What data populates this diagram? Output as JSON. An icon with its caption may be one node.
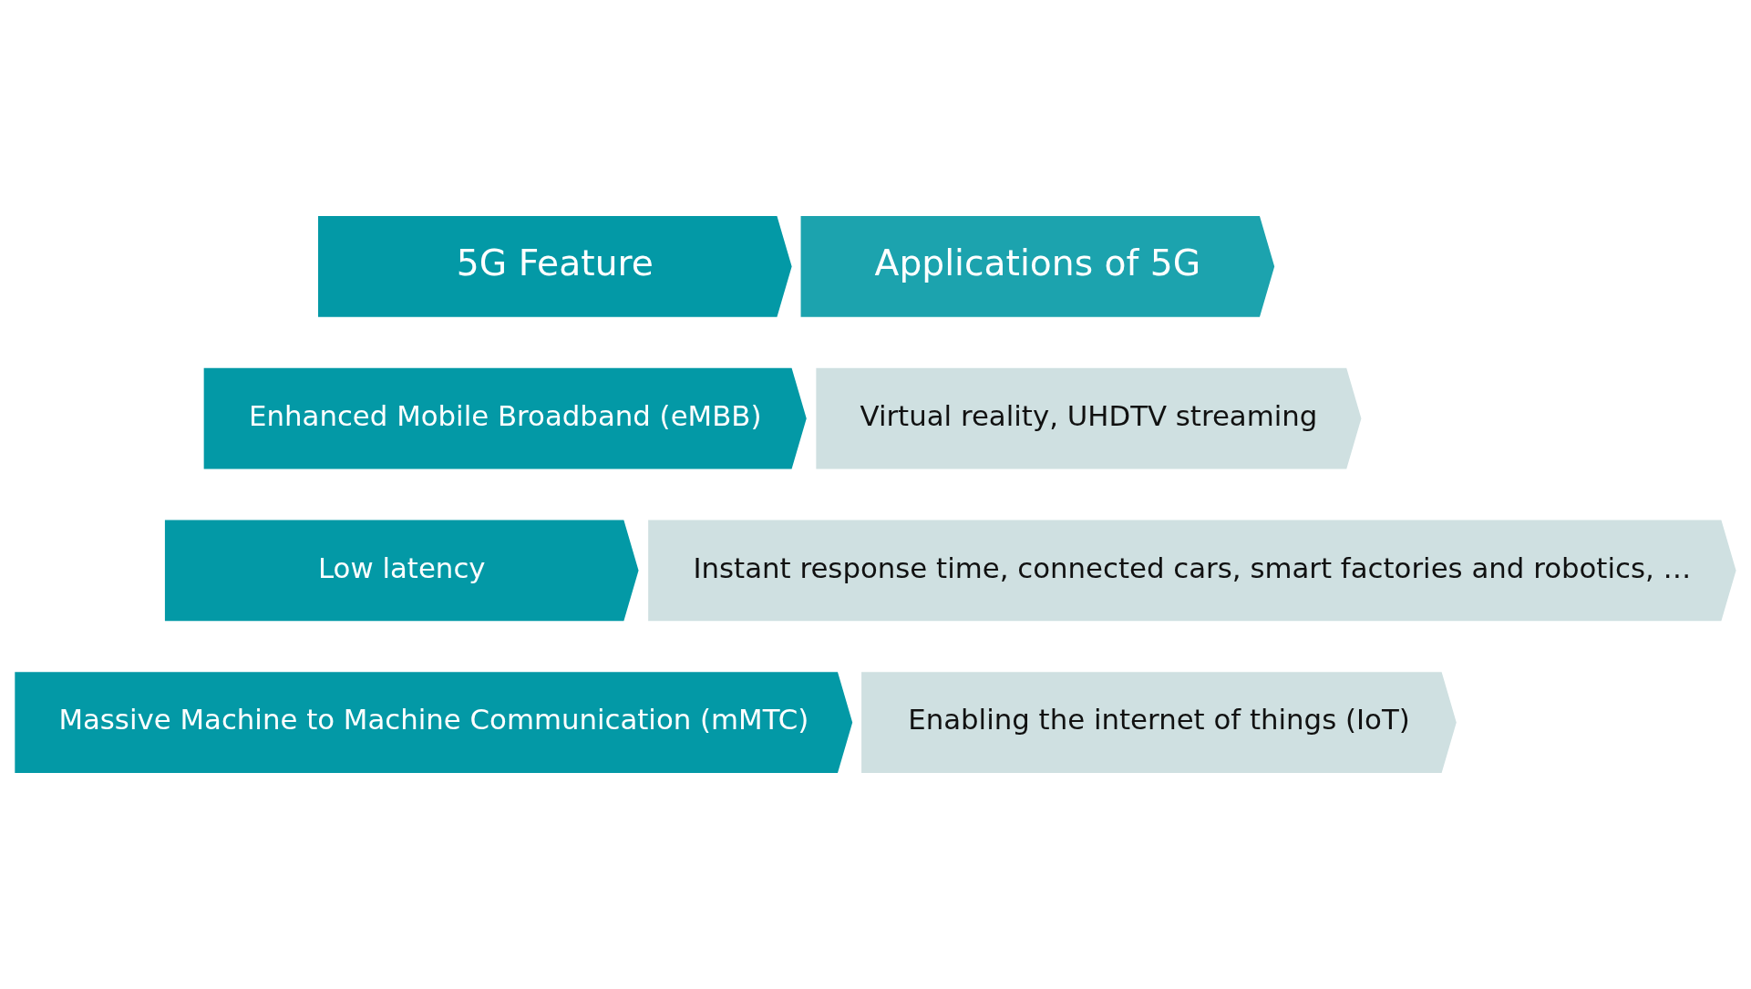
{
  "diagram": {
    "nodes": [
      {
        "text": [
          "5G Feature"
        ]
      },
      {
        "text": [
          "Applications of 5G"
        ]
      },
      {
        "text": [
          "Enhanced Mobile Broadband (eMBB)"
        ]
      },
      {
        "text": [
          "Virtual reality, UHDTV streaming"
        ]
      },
      {
        "text": [
          "Low latency"
        ]
      },
      {
        "text": [
          "Instant response time, connected cars, smart factories and robotics, …"
        ]
      },
      {
        "text": [
          "Massive Machine to Machine Communication (mMTC)"
        ]
      },
      {
        "text": [
          "Enabling the internet of things (IoT)"
        ]
      }
    ]
  }
}
